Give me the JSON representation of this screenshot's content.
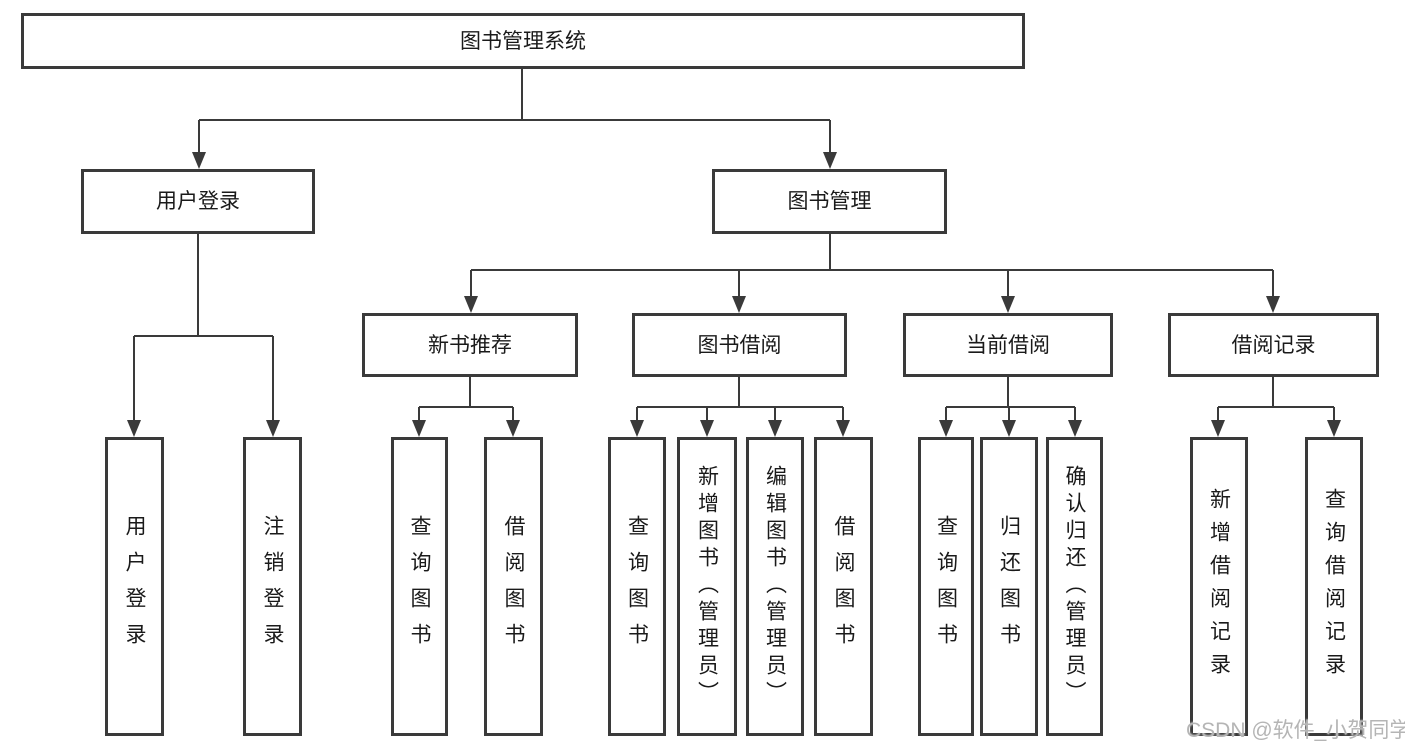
{
  "diagram": {
    "title_node": {
      "label": "图书管理系统"
    },
    "level1": [
      {
        "label": "用户登录"
      },
      {
        "label": "图书管理"
      }
    ],
    "level2": [
      {
        "label": "新书推荐"
      },
      {
        "label": "图书借阅"
      },
      {
        "label": "当前借阅"
      },
      {
        "label": "借阅记录"
      }
    ],
    "leaves": [
      {
        "label": "用户登录",
        "parent": "用户登录"
      },
      {
        "label": "注销登录",
        "parent": "用户登录"
      },
      {
        "label": "查询图书",
        "parent": "新书推荐"
      },
      {
        "label": "借阅图书",
        "parent": "新书推荐"
      },
      {
        "label": "查询图书",
        "parent": "图书借阅"
      },
      {
        "label": "新增图书（管理员）",
        "parent": "图书借阅"
      },
      {
        "label": "编辑图书（管理员）",
        "parent": "图书借阅"
      },
      {
        "label": "借阅图书",
        "parent": "图书借阅"
      },
      {
        "label": "查询图书",
        "parent": "当前借阅"
      },
      {
        "label": "归还图书",
        "parent": "当前借阅"
      },
      {
        "label": "确认归还（管理员）",
        "parent": "当前借阅"
      },
      {
        "label": "新增借阅记录",
        "parent": "借阅记录"
      },
      {
        "label": "查询借阅记录",
        "parent": "借阅记录"
      }
    ],
    "colors": {
      "border": "#3a3a3a",
      "line": "#3a3a3a",
      "text": "#1a1a1a",
      "background": "#ffffff",
      "watermark": "#b5b5b5"
    }
  },
  "watermark": {
    "text": "CSDN @软件_小贺同学"
  }
}
